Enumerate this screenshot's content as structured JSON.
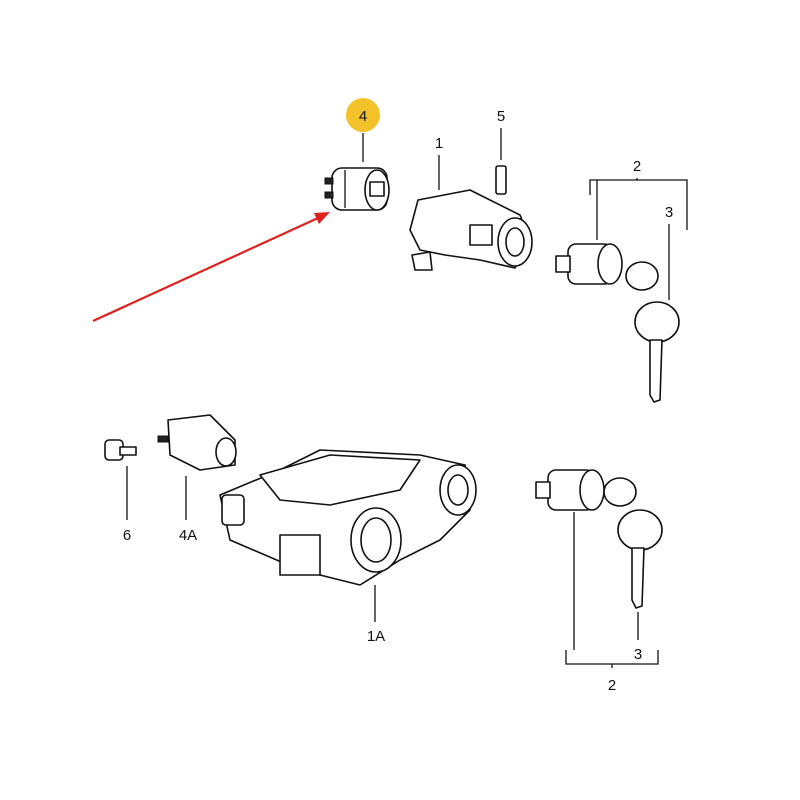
{
  "labels": {
    "part_4": "4",
    "part_5": "5",
    "part_1": "1",
    "part_2_top": "2",
    "part_3_top": "3",
    "part_6": "6",
    "part_4a": "4A",
    "part_1a": "1A",
    "part_3_bottom": "3",
    "part_2_bottom": "2"
  },
  "colors": {
    "highlight": "#f2c228",
    "arrow": "#e0201c"
  }
}
